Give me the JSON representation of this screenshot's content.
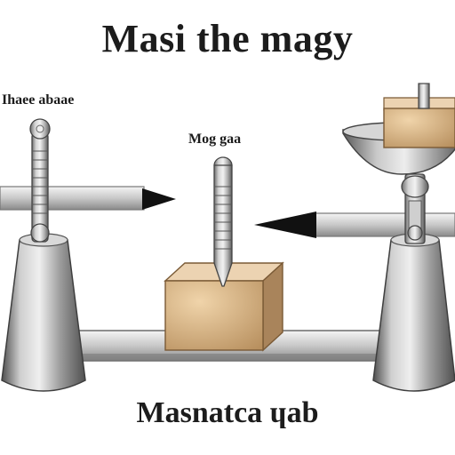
{
  "title": "Masi the magy",
  "labels": {
    "left": "Ihaee abaae",
    "center": "Mog gaa"
  },
  "caption": "Masnatca ɥab",
  "colors": {
    "steel_light": "#d8d8d8",
    "steel_mid": "#a4a4a4",
    "steel_dark": "#555555",
    "box_front": "#caa67c",
    "box_top": "#ecd3b2",
    "box_side": "#a9845b",
    "arrow": "#111111",
    "text": "#1c1c1c"
  }
}
